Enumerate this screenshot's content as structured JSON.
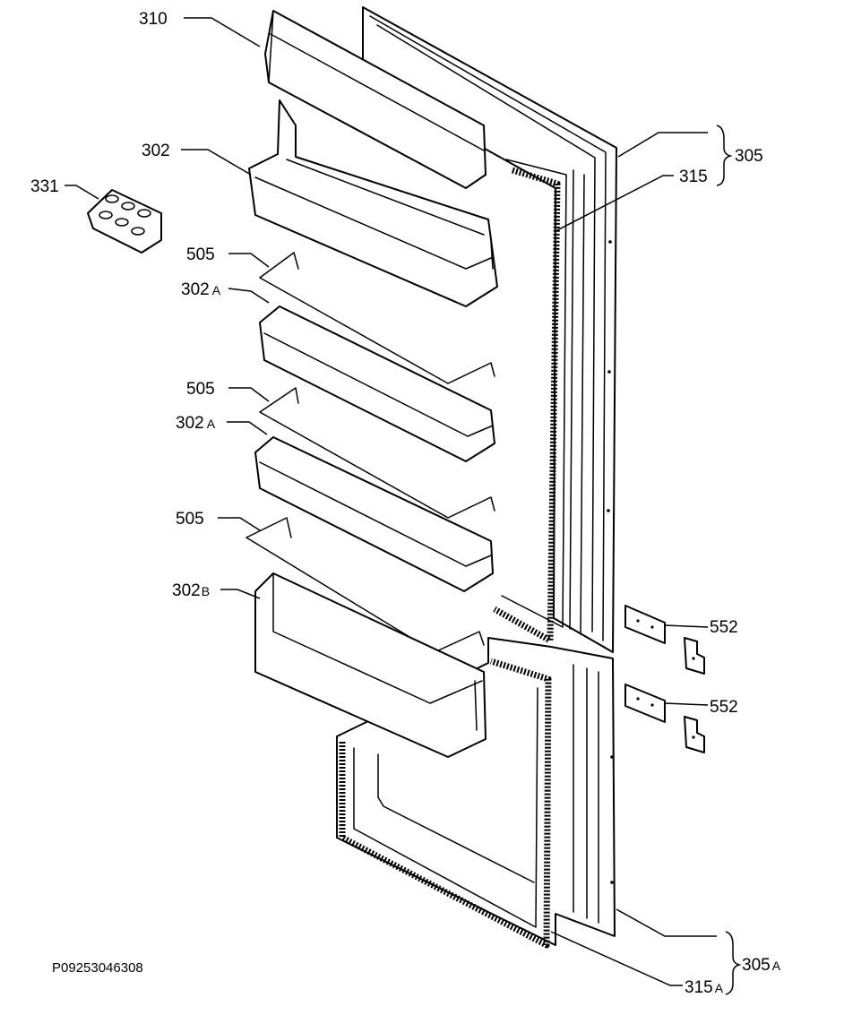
{
  "callouts": [
    {
      "id": "c310",
      "number": "310",
      "suffix": ""
    },
    {
      "id": "c302",
      "number": "302",
      "suffix": ""
    },
    {
      "id": "c331",
      "number": "331",
      "suffix": ""
    },
    {
      "id": "c505a",
      "number": "505",
      "suffix": ""
    },
    {
      "id": "c302a1",
      "number": "302",
      "suffix": "A"
    },
    {
      "id": "c505b",
      "number": "505",
      "suffix": ""
    },
    {
      "id": "c302a2",
      "number": "302",
      "suffix": "A"
    },
    {
      "id": "c505c",
      "number": "505",
      "suffix": ""
    },
    {
      "id": "c302b",
      "number": "302",
      "suffix": "B"
    },
    {
      "id": "c305",
      "number": "305",
      "suffix": ""
    },
    {
      "id": "c315",
      "number": "315",
      "suffix": ""
    },
    {
      "id": "c552a",
      "number": "552",
      "suffix": ""
    },
    {
      "id": "c552b",
      "number": "552",
      "suffix": ""
    },
    {
      "id": "c305a",
      "number": "305",
      "suffix": "A"
    },
    {
      "id": "c315a",
      "number": "315",
      "suffix": "A"
    }
  ],
  "drawing_code": "P09253046308"
}
